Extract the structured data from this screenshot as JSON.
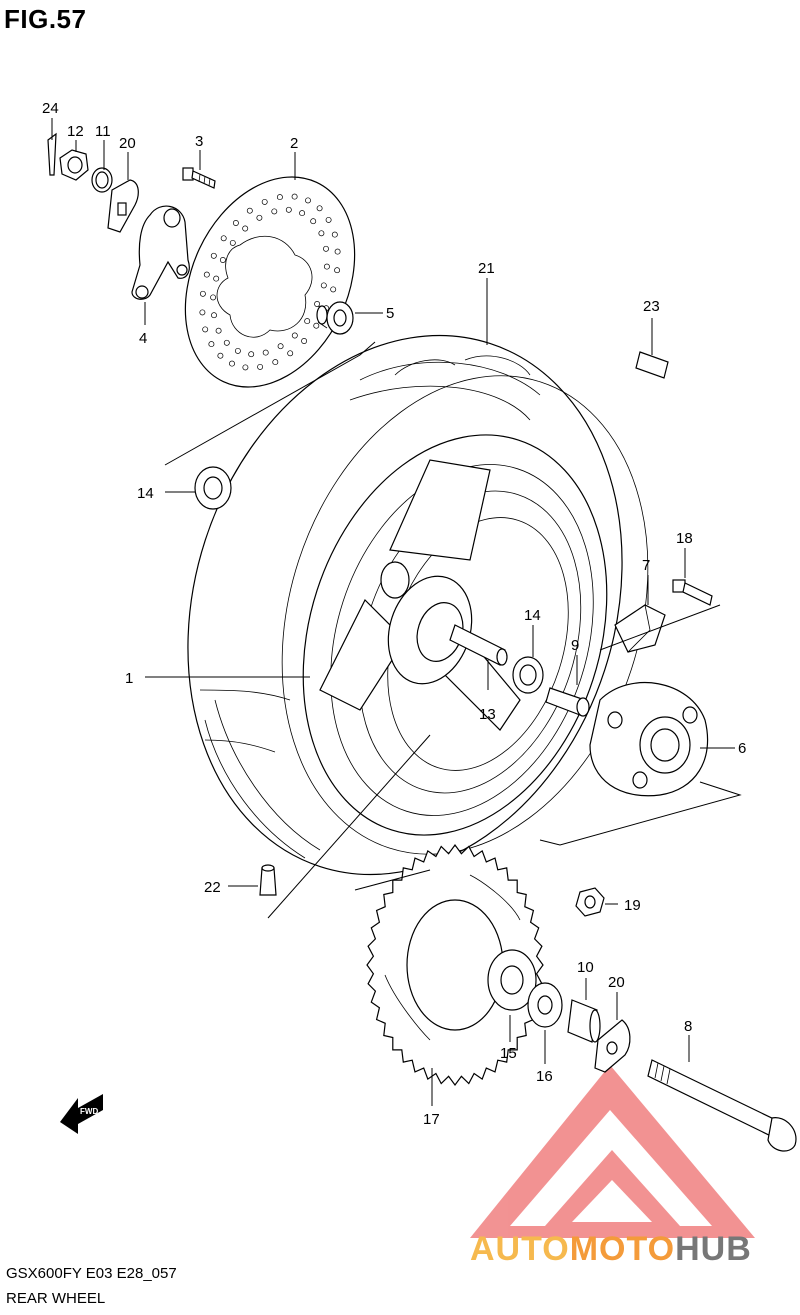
{
  "figure": {
    "title": "FIG.57",
    "model_code": "GSX600FY E03 E28_057",
    "section_name": "REAR WHEEL"
  },
  "watermark": {
    "brand_part_1": "AUTO",
    "brand_part_2": "MOTO",
    "brand_part_3": "HUB",
    "colors": {
      "logo": "#f08080",
      "auto": "#f6b94e",
      "moto": "#f49b3a",
      "hub": "#777777"
    }
  },
  "direction_badge": {
    "label": "FWD"
  },
  "callouts": [
    {
      "id": "24",
      "label": "24"
    },
    {
      "id": "12",
      "label": "12"
    },
    {
      "id": "11",
      "label": "11"
    },
    {
      "id": "20a",
      "label": "20"
    },
    {
      "id": "3",
      "label": "3"
    },
    {
      "id": "2",
      "label": "2"
    },
    {
      "id": "5",
      "label": "5"
    },
    {
      "id": "4",
      "label": "4"
    },
    {
      "id": "21",
      "label": "21"
    },
    {
      "id": "23",
      "label": "23"
    },
    {
      "id": "14a",
      "label": "14"
    },
    {
      "id": "18",
      "label": "18"
    },
    {
      "id": "7",
      "label": "7"
    },
    {
      "id": "14b",
      "label": "14"
    },
    {
      "id": "9",
      "label": "9"
    },
    {
      "id": "1",
      "label": "1"
    },
    {
      "id": "13",
      "label": "13"
    },
    {
      "id": "6",
      "label": "6"
    },
    {
      "id": "22",
      "label": "22"
    },
    {
      "id": "19",
      "label": "19"
    },
    {
      "id": "10",
      "label": "10"
    },
    {
      "id": "20b",
      "label": "20"
    },
    {
      "id": "8",
      "label": "8"
    },
    {
      "id": "15",
      "label": "15"
    },
    {
      "id": "16",
      "label": "16"
    },
    {
      "id": "17",
      "label": "17"
    }
  ]
}
